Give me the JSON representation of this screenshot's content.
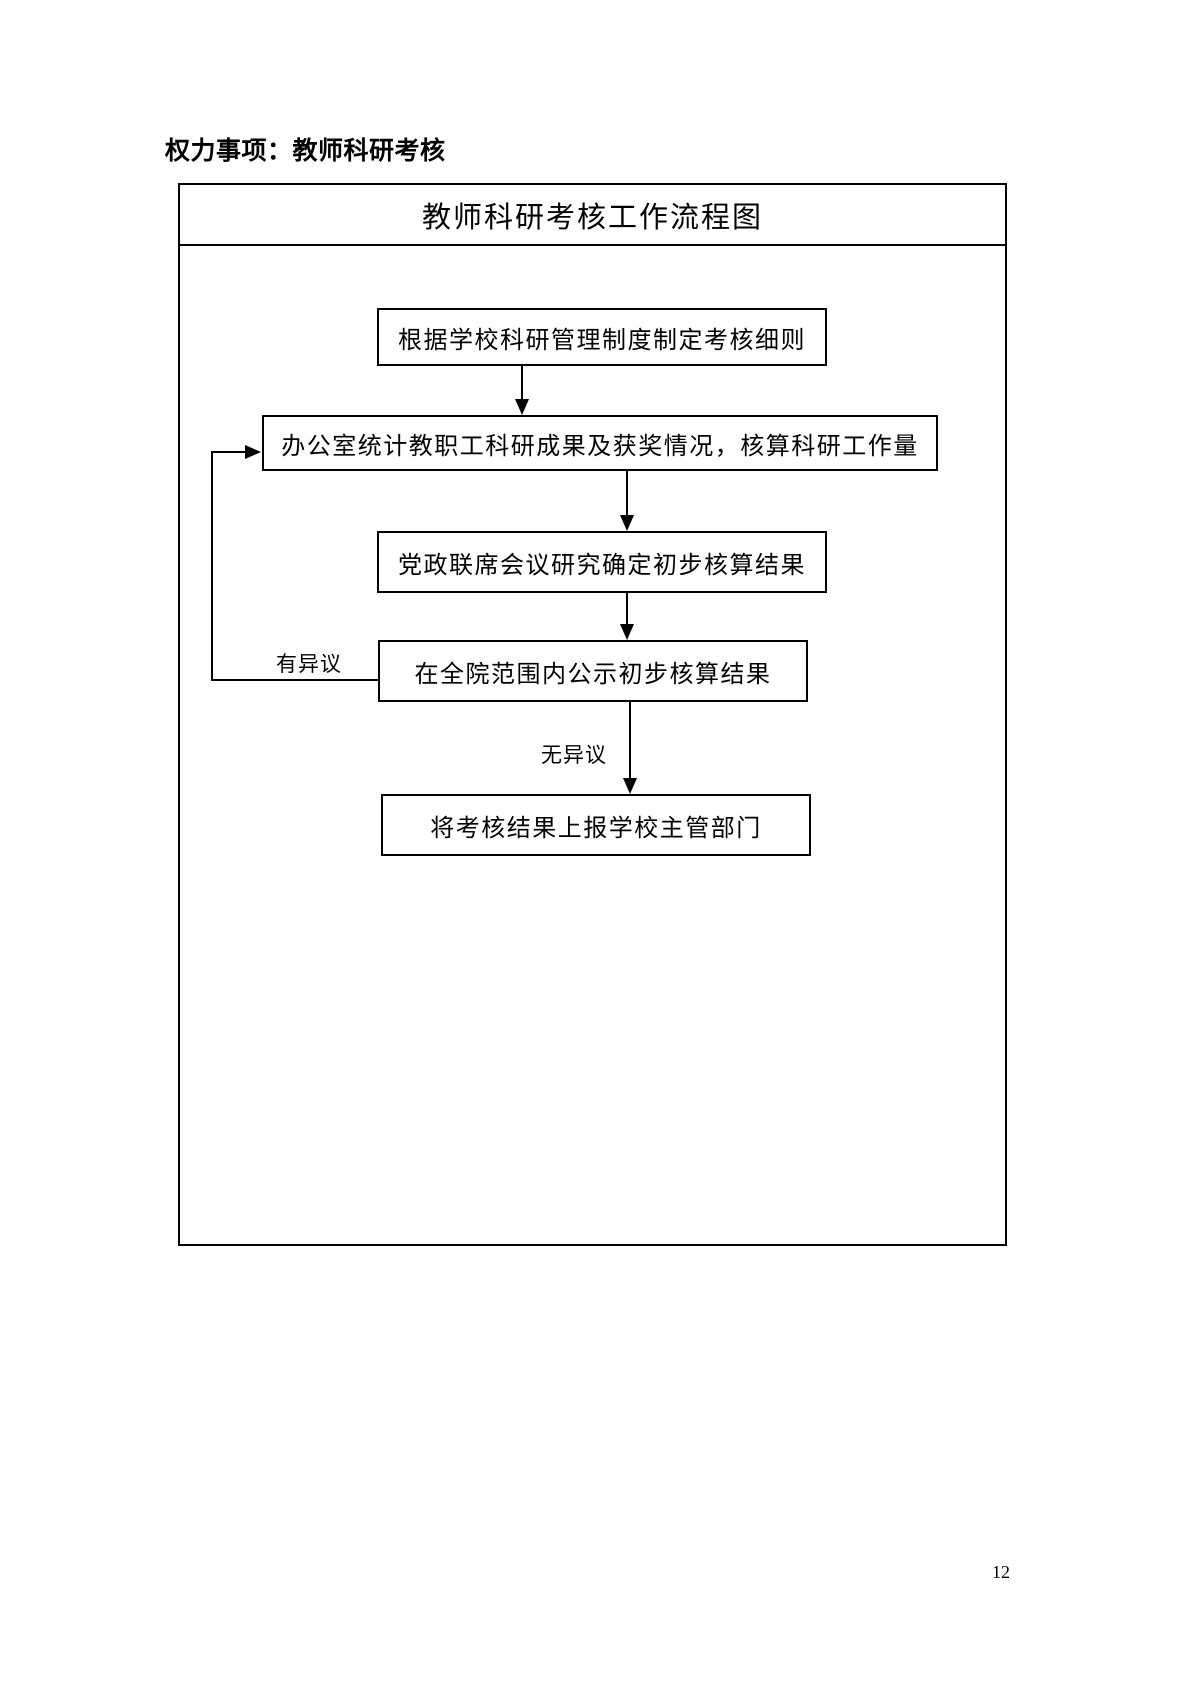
{
  "page": {
    "heading": "权力事项：教师科研考核",
    "page_number": "12"
  },
  "flowchart": {
    "title": "教师科研考核工作流程图",
    "boxes": [
      {
        "label": "根据学校科研管理制度制定考核细则"
      },
      {
        "label": "办公室统计教职工科研成果及获奖情况，核算科研工作量"
      },
      {
        "label": "党政联席会议研究确定初步核算结果"
      },
      {
        "label": "在全院范围内公示初步核算结果"
      },
      {
        "label": "将考核结果上报学校主管部门"
      }
    ],
    "branch_labels": {
      "objection": "有异议",
      "no_objection": "无异议"
    },
    "colors": {
      "line": "#000000",
      "text": "#000000",
      "background": "#ffffff"
    }
  }
}
